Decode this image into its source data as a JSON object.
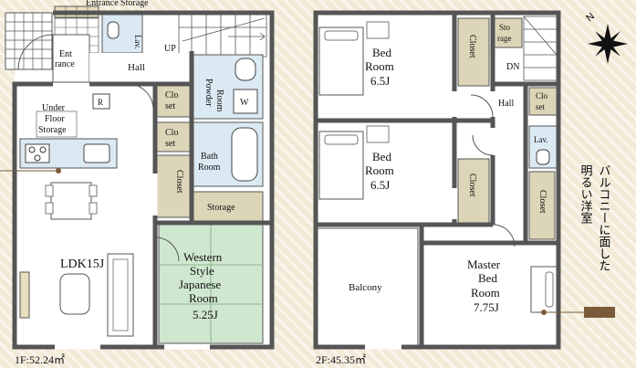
{
  "floor1": {
    "area_label": "1F:52.24㎡",
    "rooms": {
      "entrance_storage": "Entrance Storage",
      "entrance": [
        "Ent",
        "rance"
      ],
      "lav": "Lav.",
      "up": "UP",
      "hall": "Hall",
      "under_floor_storage": [
        "Under",
        "Floor",
        "Storage"
      ],
      "fridge_mark": "R",
      "closet_upper": [
        "Clo",
        "set"
      ],
      "closet_middle": [
        "Clo",
        "set"
      ],
      "closet_side": "Closet",
      "powder_room": [
        "Powder",
        "Room"
      ],
      "washer_mark": "W",
      "bath_room": [
        "Bath",
        "Room"
      ],
      "storage": "Storage",
      "ldk": "LDK15J",
      "western_room": [
        "Western",
        "Style",
        "Japanese",
        "Room",
        "5.25J"
      ]
    }
  },
  "floor2": {
    "area_label": "2F:45.35㎡",
    "rooms": {
      "bed_room_1": [
        "Bed",
        "Room",
        "6.5J"
      ],
      "closet_1": "Closet",
      "storage": [
        "Sto",
        "rage"
      ],
      "dn": "DN",
      "bed_room_2": [
        "Bed",
        "Room",
        "6.5J"
      ],
      "closet_2": "Closet",
      "hall": "Hall",
      "closet_hall": [
        "Clo",
        "set"
      ],
      "lav": "Lav.",
      "closet_3": "Closet",
      "balcony": "Balcony",
      "master_bed_room": [
        "Master",
        "Bed",
        "Room",
        "7.75J"
      ]
    }
  },
  "compass": {
    "north_label": "N"
  },
  "annotation": {
    "text_line1": "バルコニーに面した",
    "text_line2": "明るい洋室",
    "accent_color": "#7a5a3a"
  }
}
